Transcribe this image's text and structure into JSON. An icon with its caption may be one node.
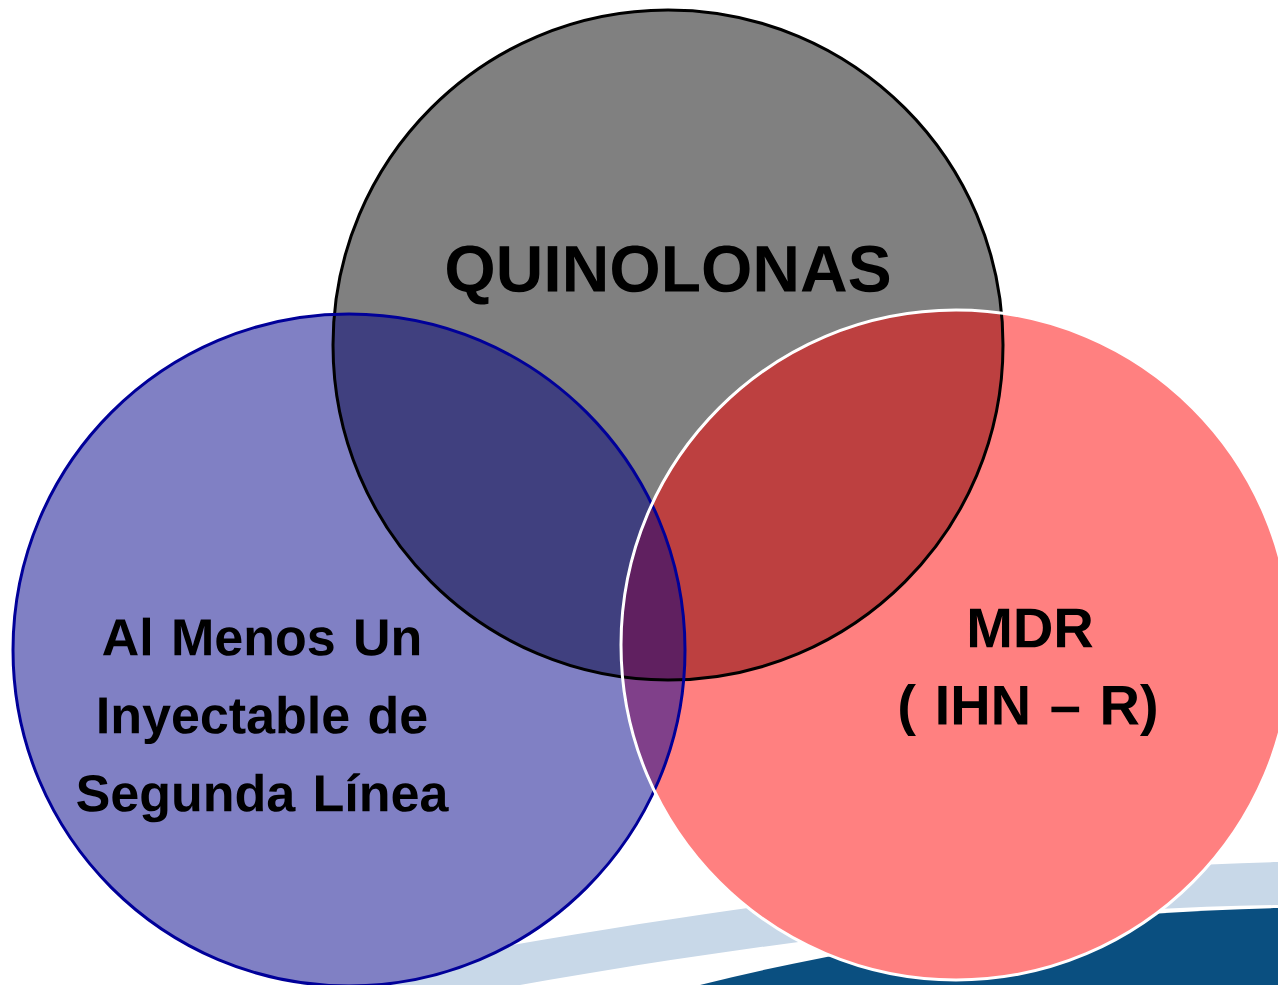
{
  "diagram": {
    "nodes": [
      {
        "text": [
          "QUINOLONAS"
        ]
      },
      {
        "text": [
          "Al Menos Un Inyectable de Segunda Línea"
        ]
      },
      {
        "text": [
          "MDR",
          "( IHN – R)"
        ]
      }
    ]
  }
}
